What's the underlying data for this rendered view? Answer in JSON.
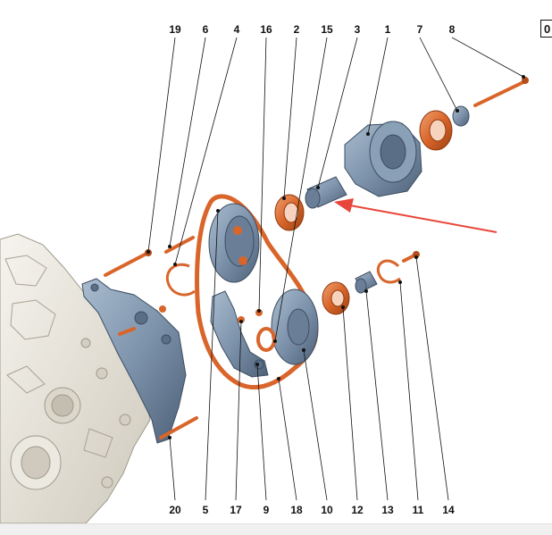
{
  "page_code": "0",
  "top_callouts": [
    "19",
    "6",
    "4",
    "16",
    "2",
    "15",
    "3",
    "1",
    "7",
    "8"
  ],
  "bottom_callouts": [
    "20",
    "5",
    "17",
    "9",
    "18",
    "10",
    "12",
    "13",
    "11",
    "14"
  ],
  "colors": {
    "orange_part": "#d9652a",
    "blue_part": "#7d93ab",
    "casting": "#e6e2d8",
    "arrow": "#e8463a"
  }
}
